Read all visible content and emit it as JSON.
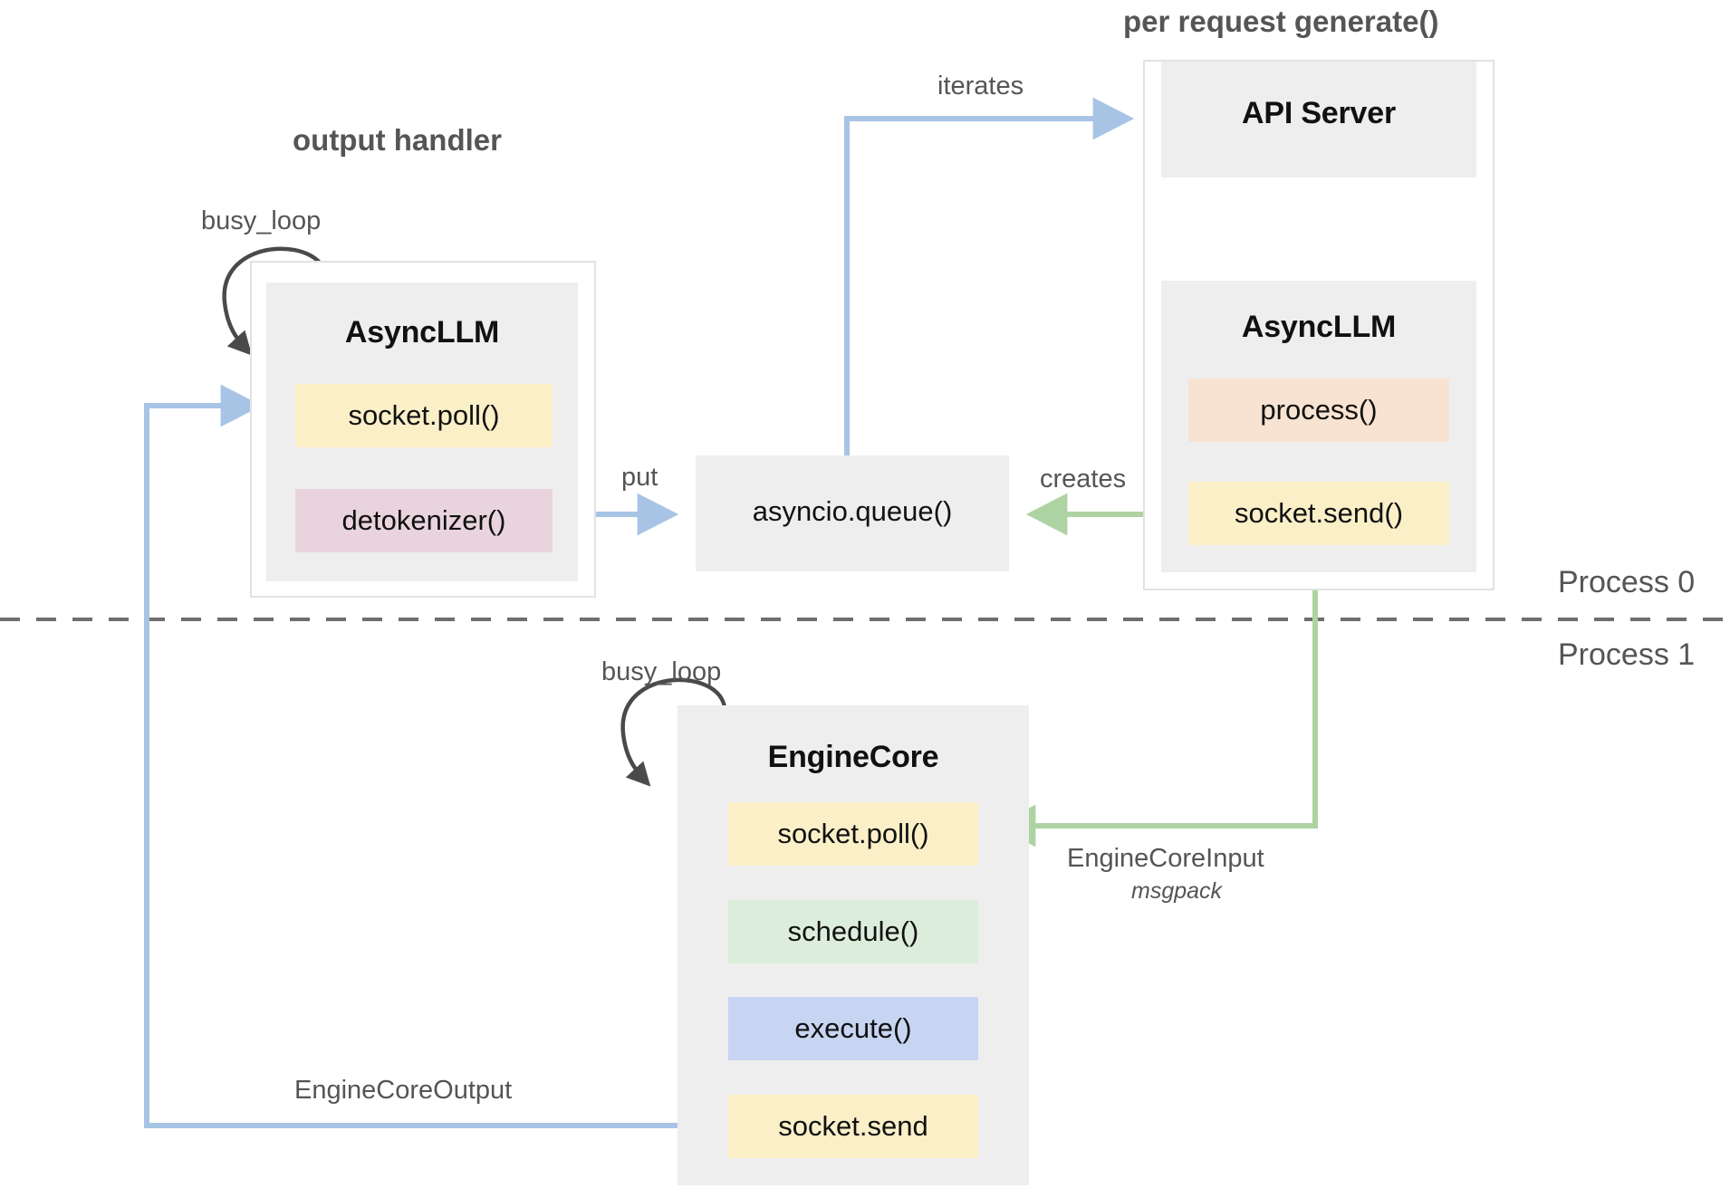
{
  "diagram": {
    "title_hidden": "vLLM V1 async engine architecture",
    "headings": [
      {
        "id": "output-handler",
        "text": "output handler"
      },
      {
        "id": "per-request-generate",
        "text": "per request generate()"
      }
    ],
    "process_labels": [
      {
        "id": "process-0",
        "text": "Process 0"
      },
      {
        "id": "process-1",
        "text": "Process 1"
      }
    ],
    "groups": [
      {
        "id": "output-handler-group",
        "label": "output handler"
      },
      {
        "id": "per-request-group",
        "label": "per request generate()"
      }
    ],
    "components": {
      "async_llm_left": {
        "title": "AsyncLLM",
        "chips": [
          {
            "label": "socket.poll()",
            "color": "#fbefc8",
            "name": "socket-poll"
          },
          {
            "label": "detokenizer()",
            "color": "#e9d4de",
            "name": "detokenizer"
          }
        ]
      },
      "api_server": {
        "title": "API Server"
      },
      "async_llm_right": {
        "title": "AsyncLLM",
        "chips": [
          {
            "label": "process()",
            "color": "#f8e3d2",
            "name": "process"
          },
          {
            "label": "socket.send()",
            "color": "#fbefc8",
            "name": "socket-send"
          }
        ]
      },
      "asyncio_queue": {
        "label": "asyncio.queue()"
      },
      "engine_core": {
        "title": "EngineCore",
        "chips": [
          {
            "label": "socket.poll()",
            "color": "#fbefc8",
            "name": "socket-poll"
          },
          {
            "label": "schedule()",
            "color": "#dceedb",
            "name": "schedule"
          },
          {
            "label": "execute()",
            "color": "#c7d5f2",
            "name": "execute"
          },
          {
            "label": "socket.send",
            "color": "#fbefc8",
            "name": "socket-send"
          }
        ]
      }
    },
    "edge_labels": {
      "busy_loop_top": "busy_loop",
      "busy_loop_bottom": "busy_loop",
      "iterates": "iterates",
      "put": "put",
      "creates": "creates",
      "engine_core_input": "EngineCoreInput",
      "engine_core_input_sub": "msgpack",
      "engine_core_output": "EngineCoreOutput"
    },
    "colors": {
      "blue_arrow": "#a8c4e5",
      "green_arrow": "#aed3a3",
      "black_arrow": "#4a4a4a",
      "divider": "#6e6e6e",
      "box_gray": "#eeeeee",
      "frame_border": "#e2e2e2",
      "chip_yellow": "#fbefc8",
      "chip_pink": "#e9d4de",
      "chip_peach": "#f8e3d2",
      "chip_green": "#dceedb",
      "chip_blue": "#c7d5f2",
      "text_dark": "#111111",
      "text_gray": "#555555"
    }
  }
}
